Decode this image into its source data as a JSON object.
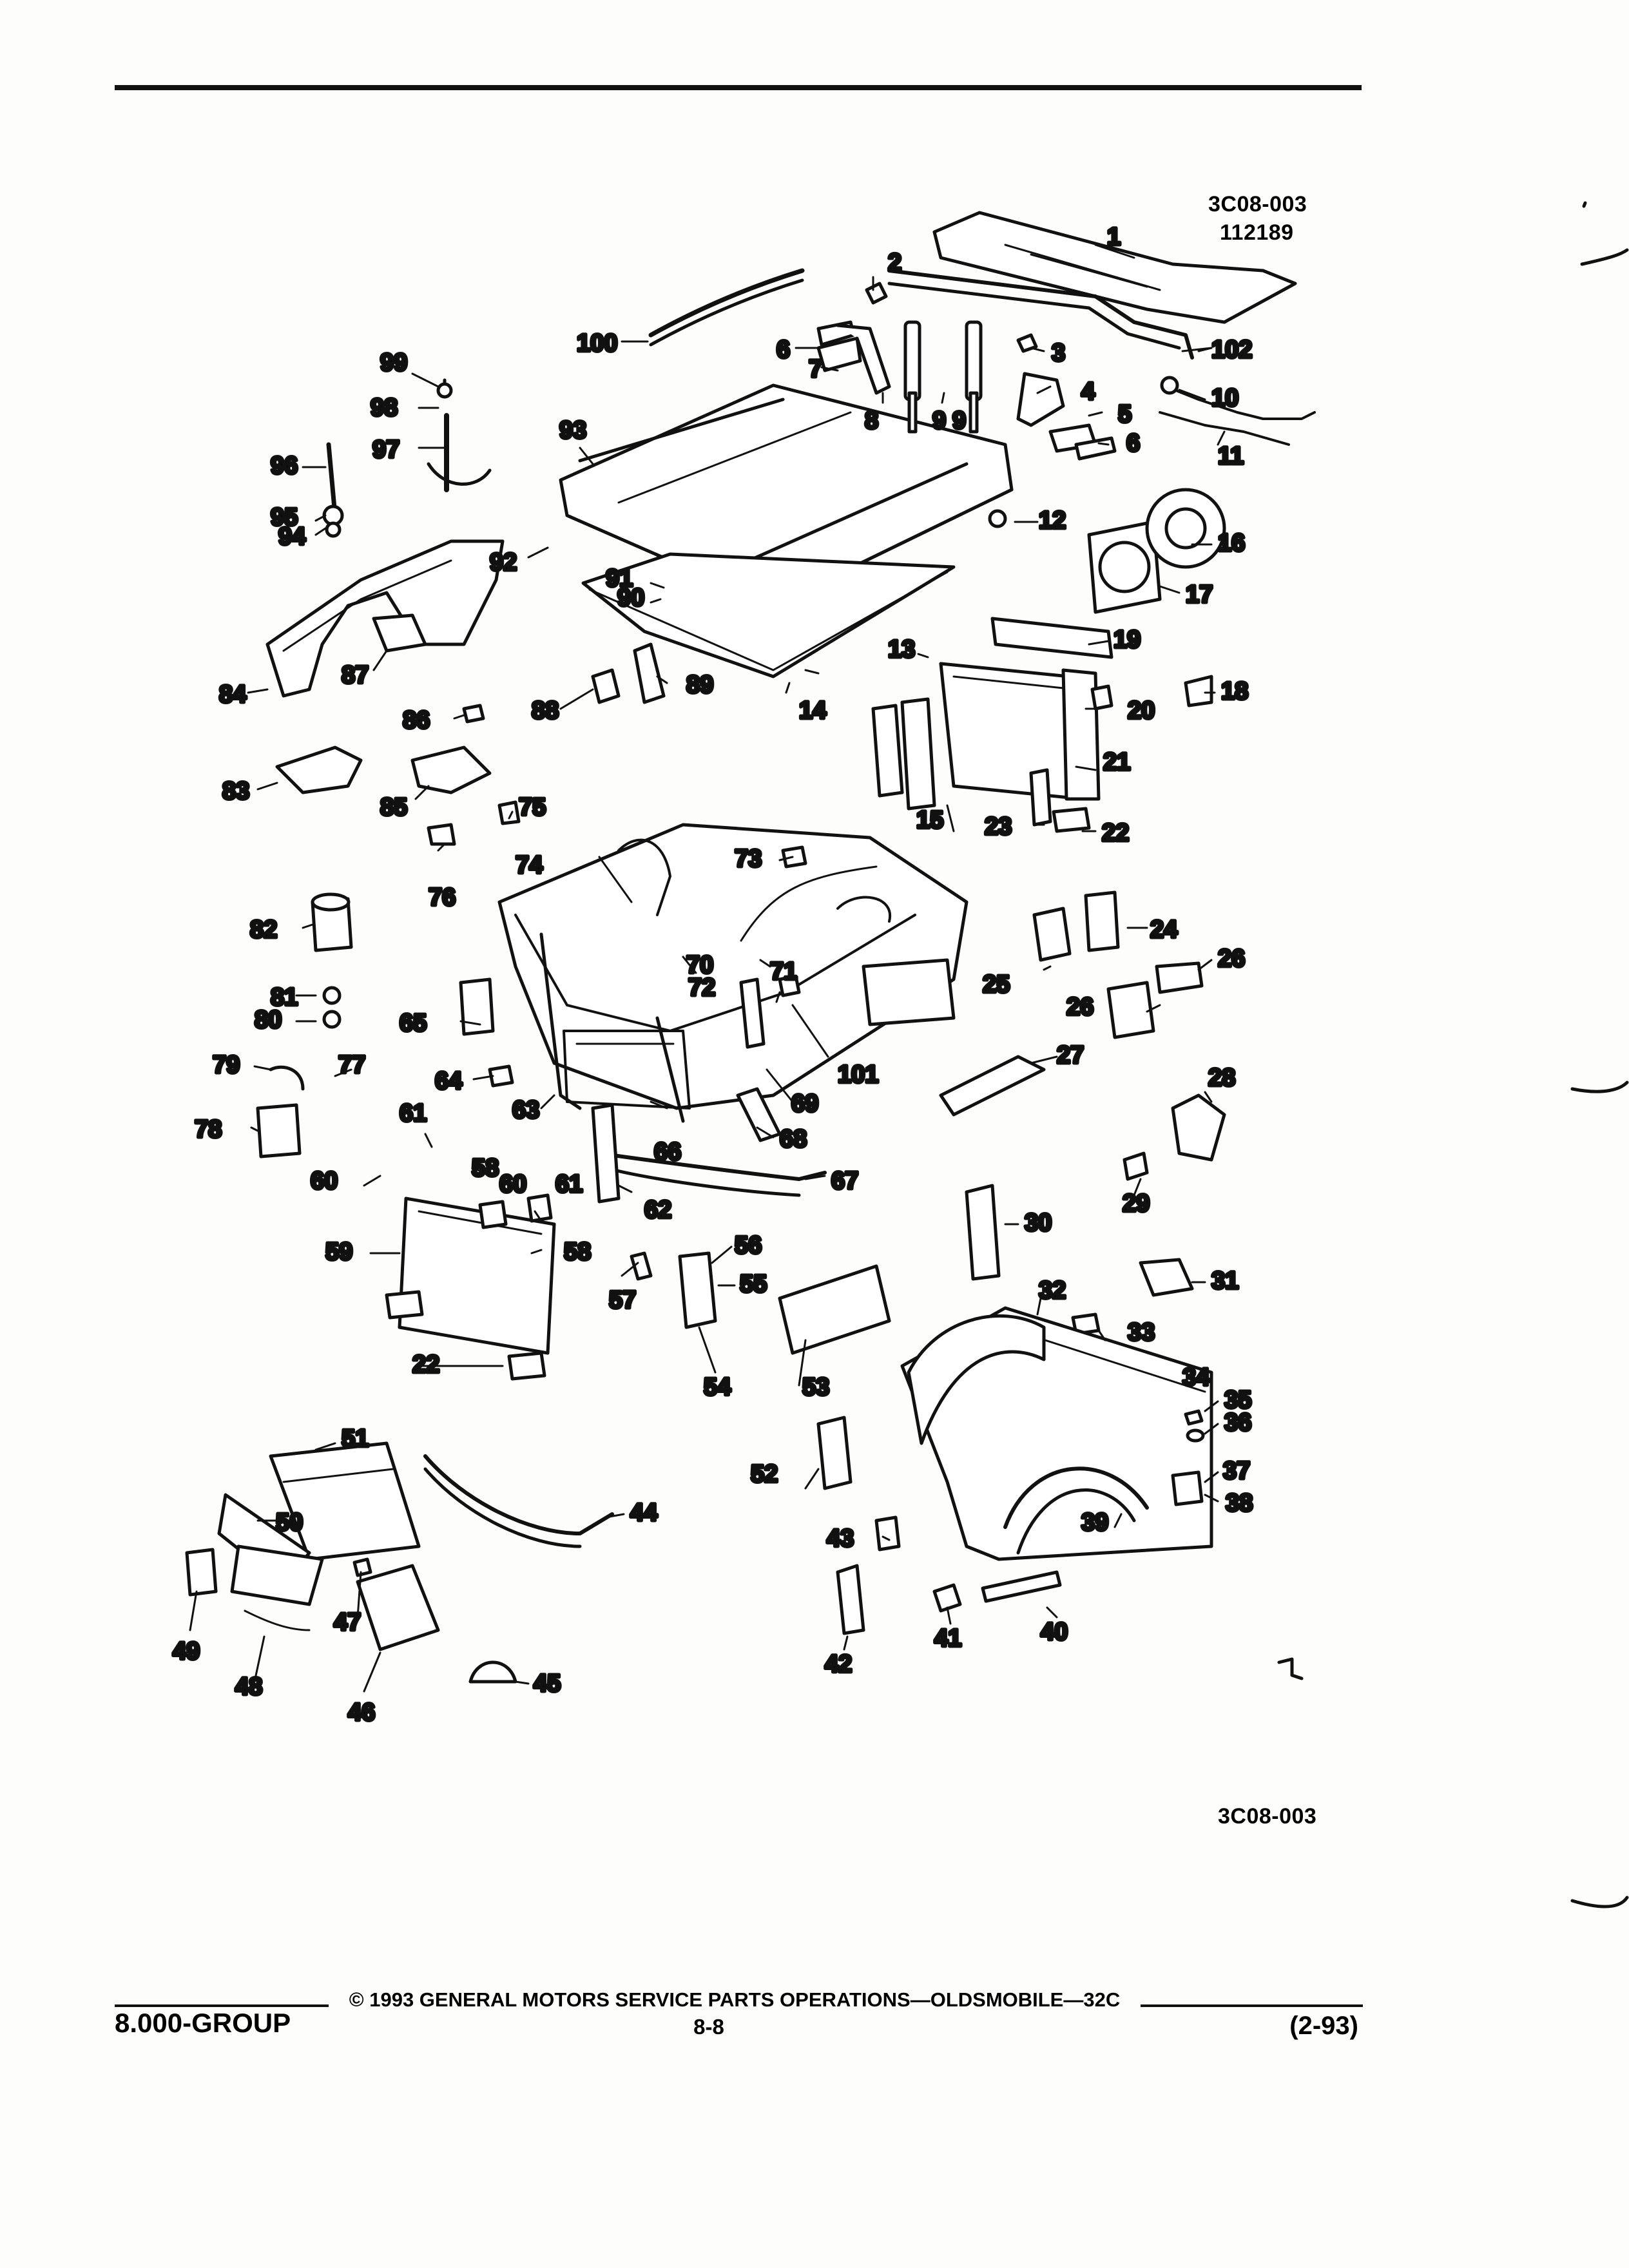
{
  "header": {
    "illustration_code": "3C08-003",
    "date_code": "112189"
  },
  "figure": {
    "bottom_code": "3C08-003"
  },
  "callouts": [
    "1",
    "2",
    "3",
    "4",
    "5",
    "6",
    "6",
    "7",
    "8",
    "9",
    "9",
    "10",
    "11",
    "12",
    "13",
    "14",
    "15",
    "16",
    "17",
    "18",
    "19",
    "20",
    "21",
    "22",
    "22",
    "23",
    "24",
    "25",
    "26",
    "26",
    "27",
    "28",
    "29",
    "30",
    "31",
    "32",
    "33",
    "34",
    "35",
    "36",
    "37",
    "38",
    "39",
    "40",
    "41",
    "42",
    "43",
    "44",
    "45",
    "46",
    "47",
    "48",
    "49",
    "50",
    "51",
    "52",
    "53",
    "54",
    "55",
    "56",
    "57",
    "58",
    "58",
    "59",
    "60",
    "60",
    "61",
    "61",
    "62",
    "63",
    "64",
    "65",
    "66",
    "67",
    "68",
    "69",
    "70",
    "71",
    "72",
    "73",
    "74",
    "75",
    "76",
    "77",
    "78",
    "79",
    "80",
    "81",
    "82",
    "83",
    "84",
    "85",
    "86",
    "87",
    "88",
    "89",
    "90",
    "91",
    "92",
    "93",
    "94",
    "95",
    "96",
    "97",
    "98",
    "99",
    "100",
    "101",
    "102"
  ],
  "footer": {
    "copyright": "© 1993 GENERAL MOTORS SERVICE PARTS OPERATIONS—OLDSMOBILE—32C",
    "group": "8.000-GROUP",
    "page": "8-8",
    "revision": "(2-93)"
  }
}
